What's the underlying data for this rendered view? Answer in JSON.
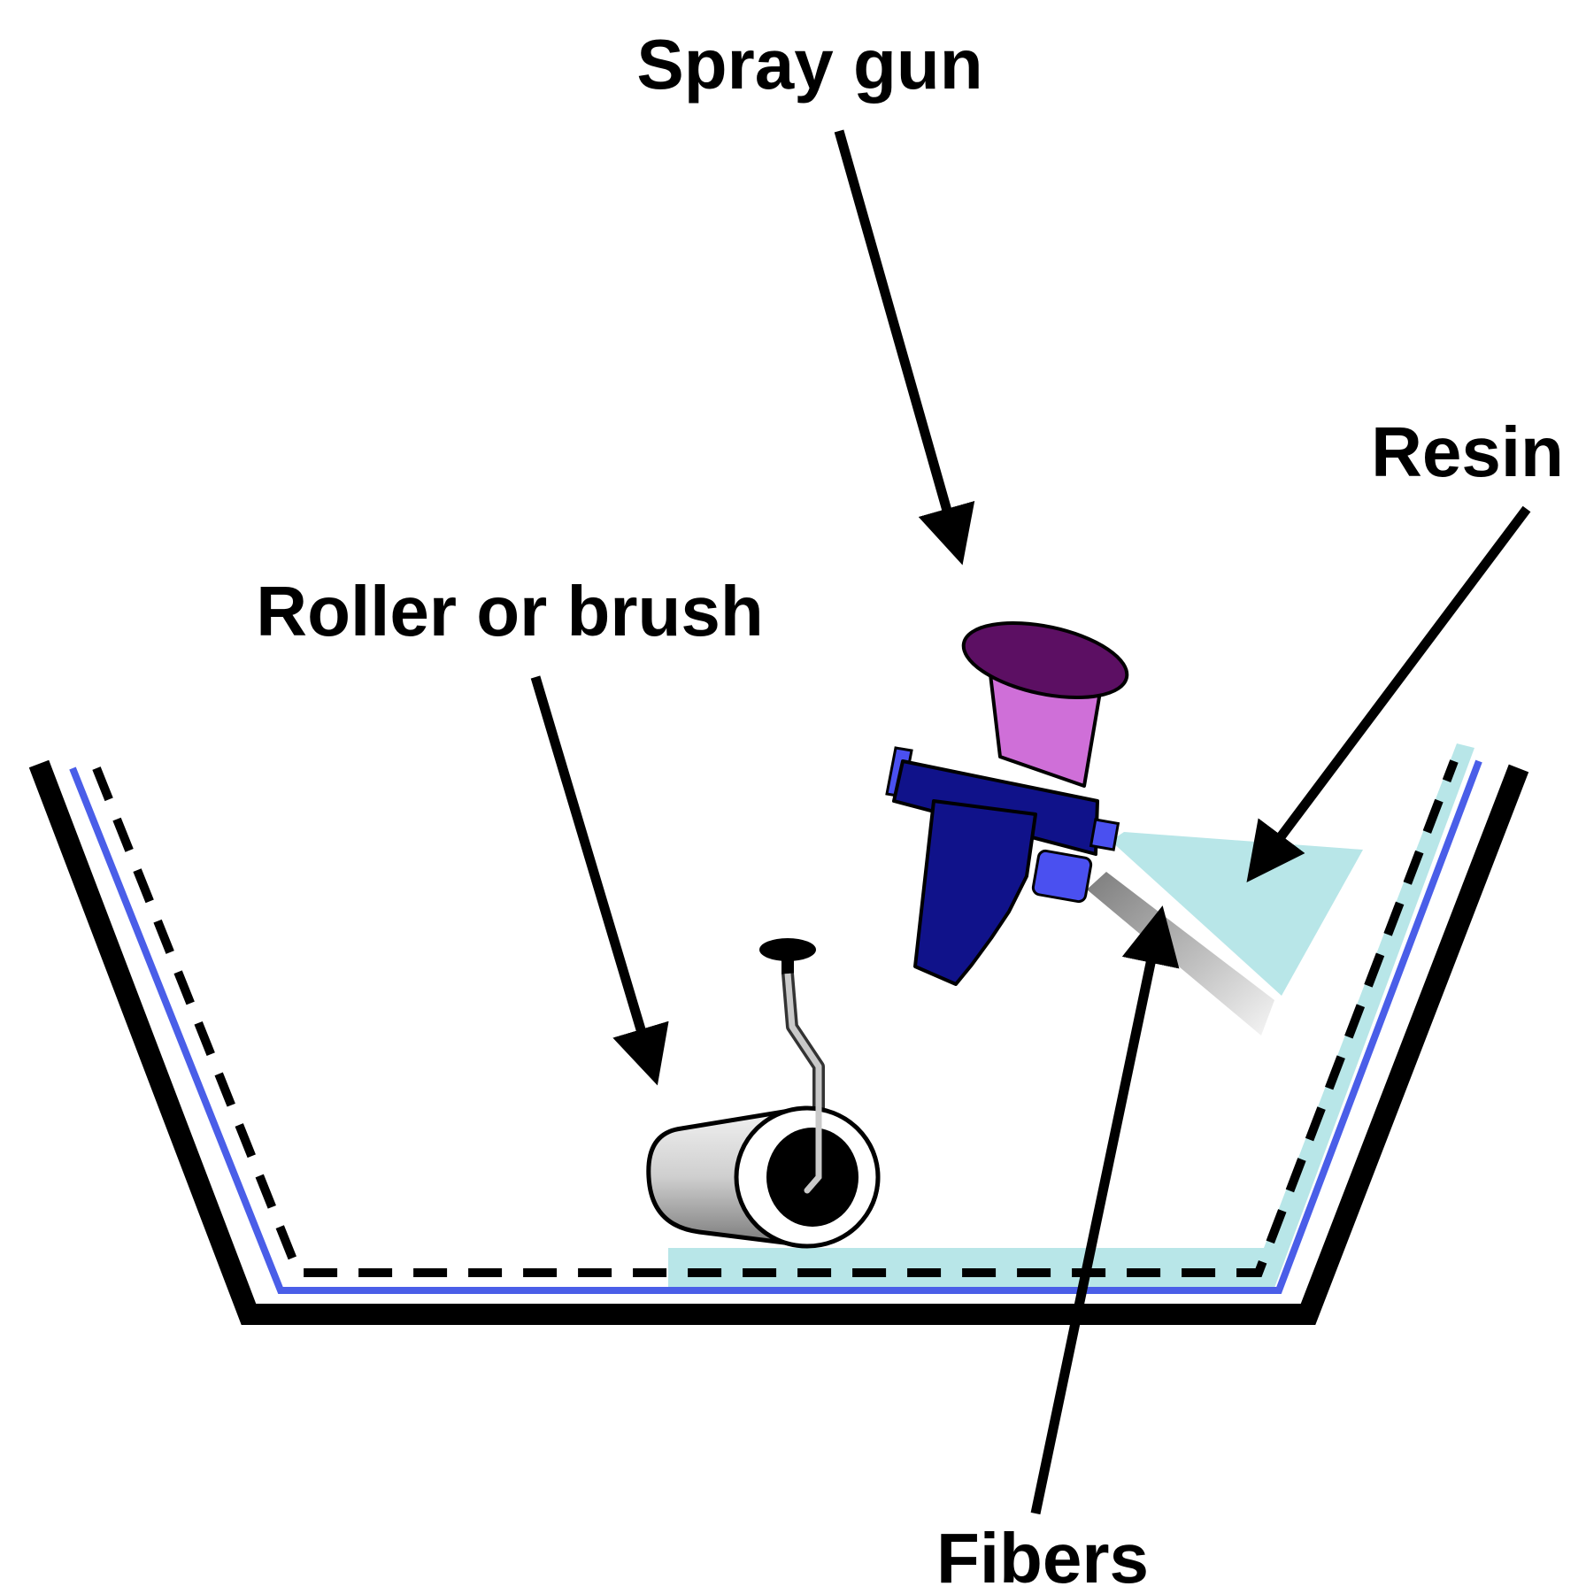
{
  "labels": {
    "spray_gun": "Spray gun",
    "resin": "Resin",
    "roller": "Roller or brush",
    "fibers": "Fibers"
  },
  "colors": {
    "outline": "#000000",
    "mold_release": "#4a5ee8",
    "resin_layer": "#b8e6e8",
    "cup_top": "#5c0f63",
    "cup_body": "#cf6fd8",
    "gun_body": "#10128a",
    "gun_caps": "#4a50f0",
    "roller_grey": "#d9d9d9",
    "fiber_grey": "#9a9a9a"
  }
}
